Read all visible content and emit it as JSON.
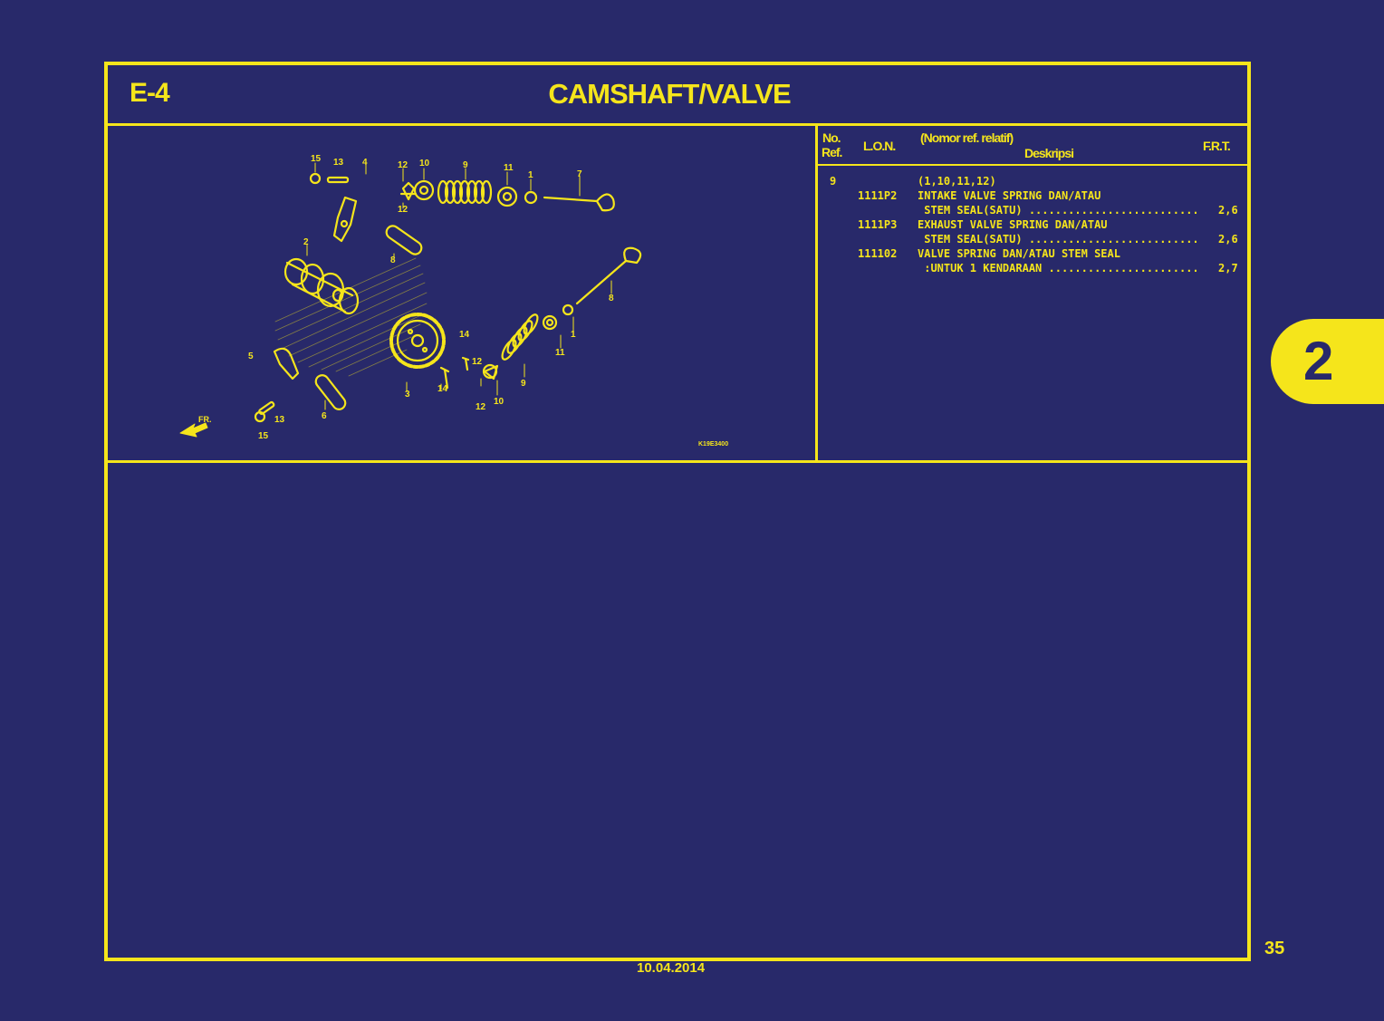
{
  "header": {
    "section_code": "E-4",
    "title": "CAMSHAFT/VALVE"
  },
  "table": {
    "col_no_ref_line1": "No.",
    "col_no_ref_line2": "Ref.",
    "col_lon": "L.O.N.",
    "col_relative_ref": "(Nomor ref. relatif)",
    "col_description": "Deskripsi",
    "col_frt": "F.R.T.",
    "rows": [
      {
        "ref": "9",
        "lon": "",
        "desc": "(1,10,11,12)",
        "frt": ""
      },
      {
        "ref": "",
        "lon": "1111P2",
        "desc": "INTAKE VALVE SPRING DAN/ATAU",
        "frt": ""
      },
      {
        "ref": "",
        "lon": "",
        "desc": " STEM SEAL(SATU) ..........................",
        "frt": "2,6"
      },
      {
        "ref": "",
        "lon": "1111P3",
        "desc": "EXHAUST VALVE SPRING DAN/ATAU",
        "frt": ""
      },
      {
        "ref": "",
        "lon": "",
        "desc": " STEM SEAL(SATU) ..........................",
        "frt": "2,6"
      },
      {
        "ref": "",
        "lon": "111102",
        "desc": "VALVE SPRING DAN/ATAU STEM SEAL",
        "frt": ""
      },
      {
        "ref": "",
        "lon": "",
        "desc": " :UNTUK 1 KENDARAAN .......................",
        "frt": "2,7"
      }
    ]
  },
  "diagram": {
    "code": "K19E3400",
    "arrow_label": "FR.",
    "callouts": [
      "15",
      "13",
      "4",
      "12",
      "10",
      "9",
      "11",
      "1",
      "7",
      "12",
      "8",
      "2",
      "5",
      "3",
      "14",
      "12",
      "14",
      "12",
      "10",
      "9",
      "11",
      "1",
      "8",
      "6",
      "13",
      "15"
    ]
  },
  "tab": {
    "label": "2"
  },
  "footer": {
    "page_number": "35",
    "date": "10.04.2014"
  },
  "colors": {
    "background": "#28296a",
    "ink": "#f5e51b"
  }
}
